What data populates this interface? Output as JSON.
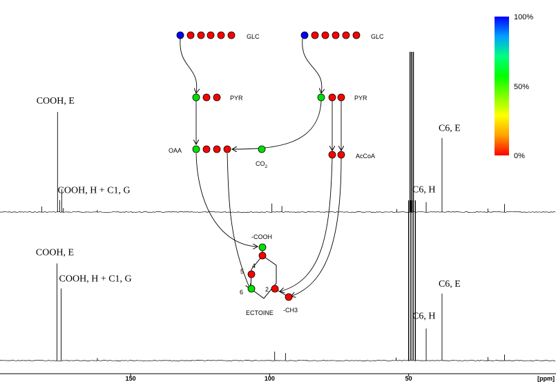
{
  "chart_data": {
    "type": "line",
    "title": "",
    "xlabel": "[ppm]",
    "ylabel": "",
    "xlim": [
      197,
      -3
    ],
    "x_reversed": true,
    "x_ticks": [
      150,
      100,
      50
    ],
    "grid": false,
    "panels": [
      {
        "name": "upper",
        "peaks": [
          {
            "ppm": 182.0,
            "h": 0.055
          },
          {
            "ppm": 176.3,
            "h": 1.0
          },
          {
            "ppm": 175.5,
            "h": 0.12
          },
          {
            "ppm": 174.8,
            "h": 0.23
          },
          {
            "ppm": 174.2,
            "h": 0.04
          },
          {
            "ppm": 162.0,
            "h": 0.02
          },
          {
            "ppm": 99.2,
            "h": 0.085
          },
          {
            "ppm": 95.6,
            "h": 0.06
          },
          {
            "ppm": 54.3,
            "h": 0.03
          },
          {
            "ppm": 49.5,
            "h": 1.6
          },
          {
            "ppm": 48.9,
            "h": 1.6
          },
          {
            "ppm": 48.3,
            "h": 1.6
          },
          {
            "ppm": 43.7,
            "h": 0.1
          },
          {
            "ppm": 38.0,
            "h": 0.74
          },
          {
            "ppm": 21.5,
            "h": 0.035
          },
          {
            "ppm": 15.5,
            "h": 0.08
          }
        ],
        "labels": [
          {
            "text": "COOH, E",
            "ppm": 176.3
          },
          {
            "text": "COOH, H + C1, G",
            "ppm": 175.5
          },
          {
            "text": "C6, H",
            "ppm": 43.7
          },
          {
            "text": "C6, E",
            "ppm": 38.0
          }
        ]
      },
      {
        "name": "lower",
        "peaks": [
          {
            "ppm": 176.5,
            "h": 0.97
          },
          {
            "ppm": 175.0,
            "h": 0.72
          },
          {
            "ppm": 162.0,
            "h": 0.025
          },
          {
            "ppm": 98.2,
            "h": 0.09
          },
          {
            "ppm": 94.3,
            "h": 0.075
          },
          {
            "ppm": 54.5,
            "h": 0.03
          },
          {
            "ppm": 50.0,
            "h": 1.6
          },
          {
            "ppm": 49.2,
            "h": 1.6
          },
          {
            "ppm": 48.4,
            "h": 1.6
          },
          {
            "ppm": 47.6,
            "h": 1.6
          },
          {
            "ppm": 43.7,
            "h": 0.32
          },
          {
            "ppm": 38.0,
            "h": 0.67
          },
          {
            "ppm": 21.5,
            "h": 0.035
          },
          {
            "ppm": 15.5,
            "h": 0.06
          }
        ],
        "labels": [
          {
            "text": "COOH, E",
            "ppm": 176.5
          },
          {
            "text": "COOH, H + C1, G",
            "ppm": 175.0
          },
          {
            "text": "C6, H",
            "ppm": 43.7
          },
          {
            "text": "C6, E",
            "ppm": 38.0
          }
        ]
      }
    ],
    "colorbar": {
      "labels": [
        "100%",
        "50%",
        "0%"
      ],
      "colors": [
        "#0000ff",
        "#00a0ff",
        "#00ff80",
        "#00ff00",
        "#80ff00",
        "#ffff00",
        "#ffa000",
        "#ff0000"
      ]
    }
  },
  "scheme": {
    "colors": {
      "labeled": "#ff0000",
      "unlabeled": "#00e000",
      "full": "#0000ff"
    },
    "labels": {
      "glc_left": "GLC",
      "glc_right": "GLC",
      "pyr_left": "PYR",
      "pyr_right": "PYR",
      "oaa": "OAA",
      "co2_main": "CO",
      "co2_sub": "2",
      "acoa": "AcCoA",
      "cooh": "-COOH",
      "ch3": "-CH3",
      "ectoine": "ECTOINE",
      "pos4": "4",
      "pos5": "5",
      "pos6": "6",
      "pos2": "2"
    }
  }
}
